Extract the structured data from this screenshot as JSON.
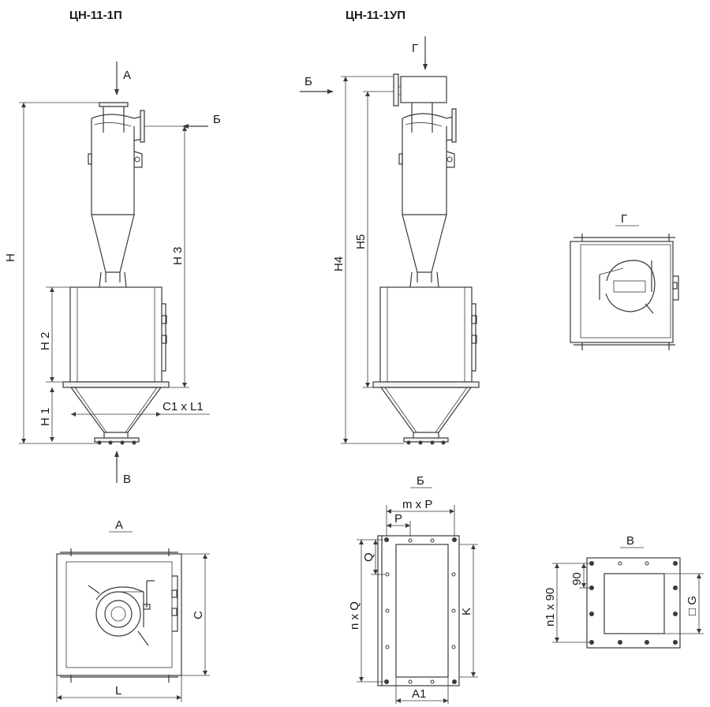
{
  "titles": {
    "left": "ЦН-11-1П",
    "middle": "ЦН-11-1УП"
  },
  "arrows": {
    "a": "А",
    "b_left": "Б",
    "b_mid": "Б",
    "g": "Г",
    "v": "В"
  },
  "views": {
    "a": "А",
    "b": "Б",
    "v": "В",
    "g": "Г"
  },
  "dims": {
    "h": "H",
    "h1": "H 1",
    "h2": "H 2",
    "h3": "H 3",
    "h4": "H4",
    "h5": "H5",
    "c1l1": "C1 x L1",
    "c": "C",
    "l": "L",
    "mxp": "m x P",
    "p": "P",
    "q": "Q",
    "nxq": "n x Q",
    "k": "K",
    "a1": "A1",
    "n1x90": "n1 x 90",
    "d90": "90",
    "g": "□ G"
  },
  "colors": {
    "line": "#3a3a3a",
    "text": "#1a1a1a",
    "background": "#ffffff"
  }
}
